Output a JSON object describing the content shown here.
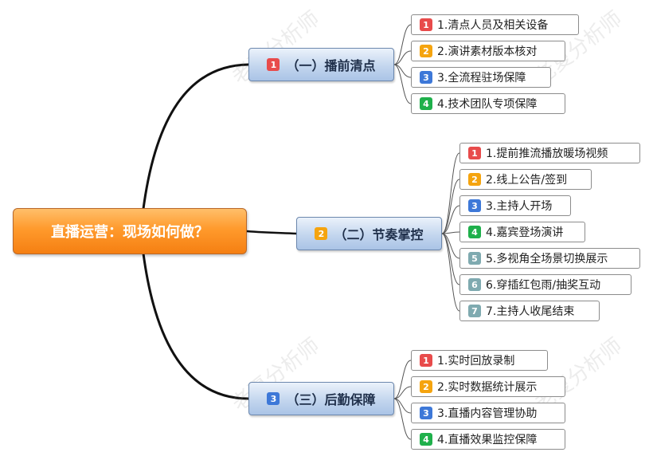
{
  "root": {
    "label": "直播运营：现场如何做？"
  },
  "branches": [
    {
      "badge": "1",
      "label": "（一）播前清点",
      "items": [
        {
          "badge": "1",
          "label": "1.清点人员及相关设备"
        },
        {
          "badge": "2",
          "label": "2.演讲素材版本核对"
        },
        {
          "badge": "3",
          "label": "3.全流程驻场保障"
        },
        {
          "badge": "4",
          "label": "4.技术团队专项保障"
        }
      ]
    },
    {
      "badge": "2",
      "label": "（二）节奏掌控",
      "items": [
        {
          "badge": "1",
          "label": "1.提前推流播放暖场视频"
        },
        {
          "badge": "2",
          "label": "2.线上公告/签到"
        },
        {
          "badge": "3",
          "label": "3.主持人开场"
        },
        {
          "badge": "4",
          "label": "4.嘉宾登场演讲"
        },
        {
          "badge": "5",
          "label": "5.多视角全场景切换展示"
        },
        {
          "badge": "6",
          "label": "6.穿插红包雨/抽奖互动"
        },
        {
          "badge": "7",
          "label": "7.主持人收尾结束"
        }
      ]
    },
    {
      "badge": "3",
      "label": "（三）后勤保障",
      "items": [
        {
          "badge": "1",
          "label": "1.实时回放录制"
        },
        {
          "badge": "2",
          "label": "2.实时数据统计展示"
        },
        {
          "badge": "3",
          "label": "3.直播内容管理协助"
        },
        {
          "badge": "4",
          "label": "4.直播效果监控保障"
        }
      ]
    }
  ],
  "watermark": "老夏分析师",
  "colors": {
    "red": "#e84b4b",
    "orange": "#f5a40f",
    "blue": "#3d78d8",
    "green": "#1fb04b",
    "teal": "#7faab0"
  }
}
